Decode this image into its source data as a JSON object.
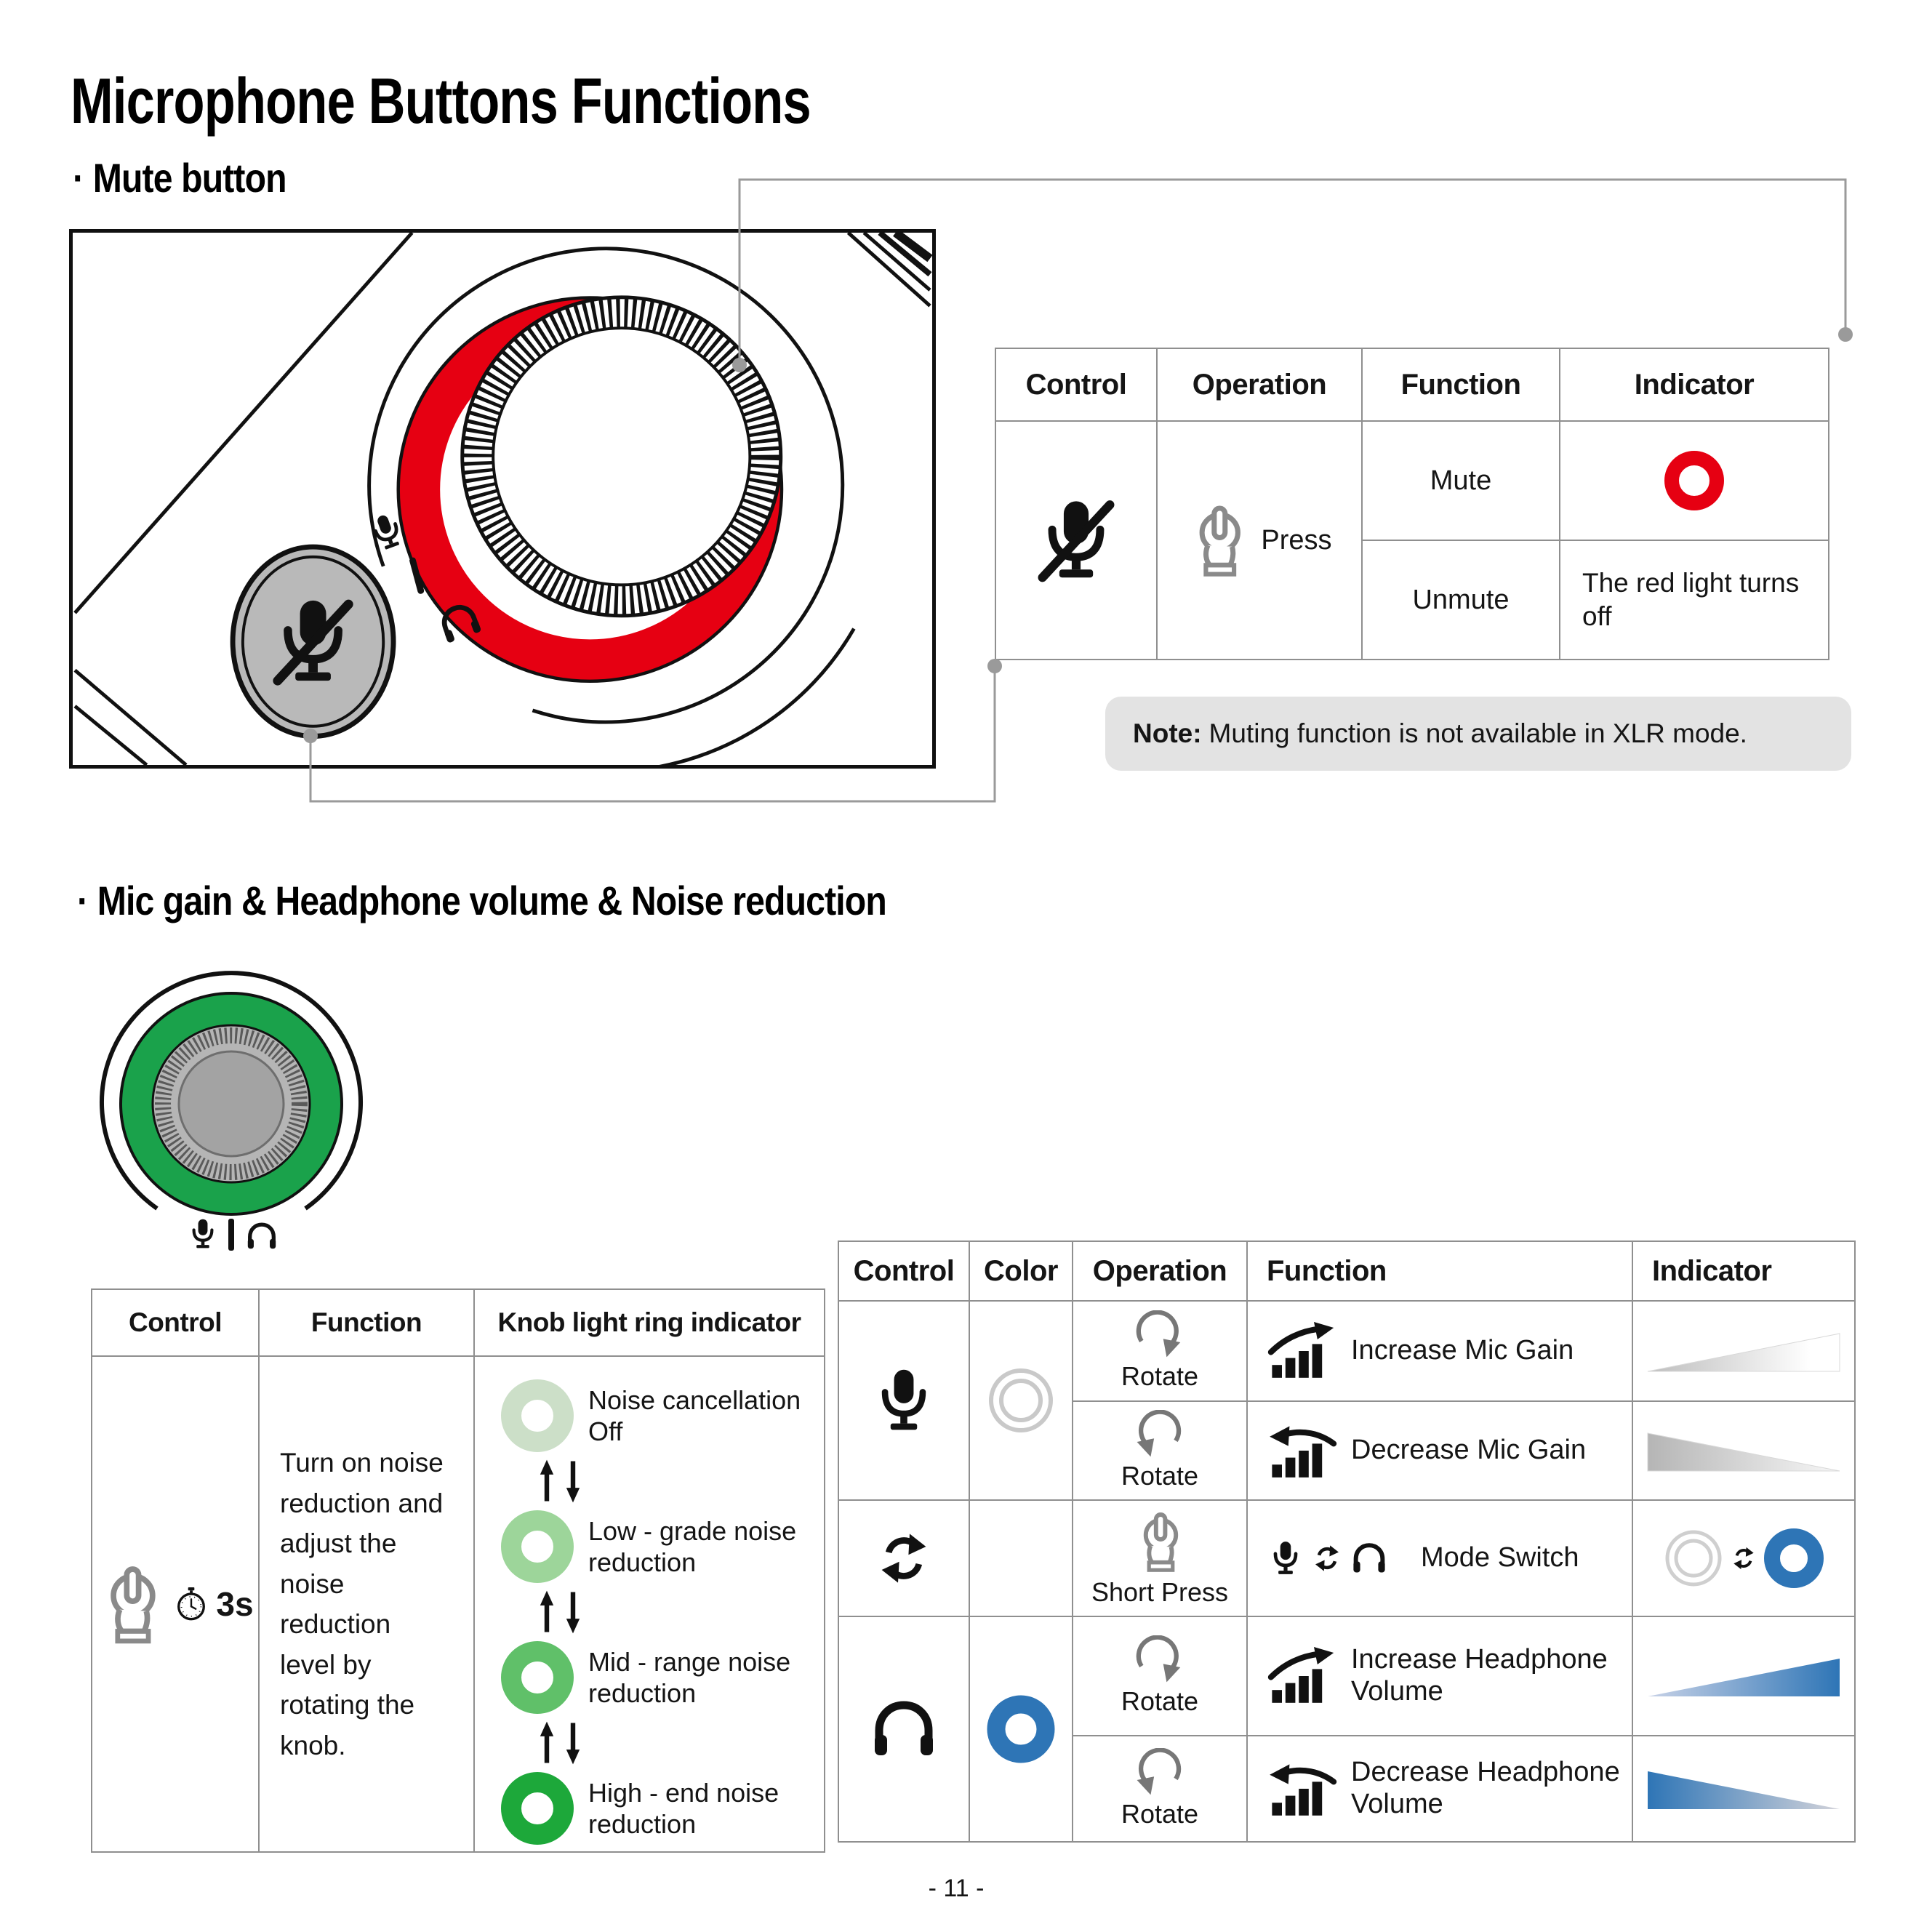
{
  "page": {
    "title": "Microphone Buttons Functions",
    "page_number": "- 11 -"
  },
  "colors": {
    "red": "#e60012",
    "green": "#1aa24b",
    "blue": "#2e75b6"
  },
  "mute_section": {
    "heading": "· Mute button",
    "table": {
      "headers": [
        "Control",
        "Operation",
        "Function",
        "Indicator"
      ],
      "control_icon": "muted-microphone-icon",
      "operation_label": "Press",
      "mute_label": "Mute",
      "unmute_label": "Unmute",
      "unmute_indicator": "The red light turns off"
    },
    "note": {
      "label": "Note:",
      "text": "Muting function is not available in XLR mode."
    }
  },
  "gain_section": {
    "heading": "· Mic gain & Headphone volume & Noise reduction",
    "knob_table": {
      "headers": [
        "Control",
        "Function",
        "Knob light ring indicator"
      ],
      "hold_seconds": "3s",
      "function_text": "Turn on noise reduction and adjust the noise reduction level by rotating the knob.",
      "levels": [
        {
          "label": "Noise cancellation Off",
          "color": "#ccdfc8"
        },
        {
          "label": "Low - grade noise reduction",
          "color": "#9dd59a"
        },
        {
          "label": "Mid - range noise reduction",
          "color": "#60c069"
        },
        {
          "label": "High - end noise reduction",
          "color": "#1da83a"
        }
      ]
    },
    "mode_table": {
      "headers": [
        "Control",
        "Color",
        "Operation",
        "Function",
        "Indicator"
      ],
      "rows": [
        {
          "operation": "Rotate",
          "function": "Increase Mic Gain"
        },
        {
          "operation": "Rotate",
          "function": "Decrease Mic Gain"
        },
        {
          "operation": "Short Press",
          "function": "Mode Switch"
        },
        {
          "operation": "Rotate",
          "function": "Increase Headphone Volume"
        },
        {
          "operation": "Rotate",
          "function": "Decrease Headphone Volume"
        }
      ]
    }
  }
}
